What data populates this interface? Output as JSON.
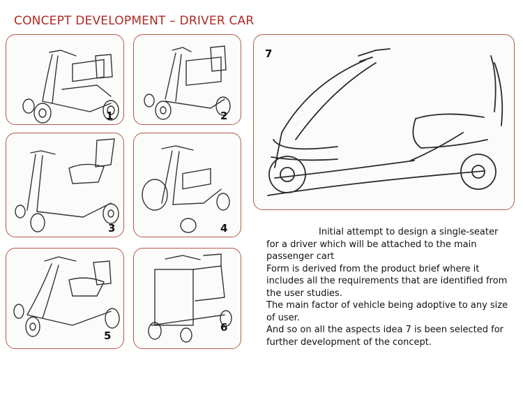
{
  "page": {
    "title": "CONCEPT DEVELOPMENT – DRIVER CAR",
    "accent_color": "#b02a23",
    "frame_color": "#b55a48"
  },
  "sketches": [
    {
      "number": "1"
    },
    {
      "number": "2"
    },
    {
      "number": "3"
    },
    {
      "number": "4"
    },
    {
      "number": "5"
    },
    {
      "number": "6"
    },
    {
      "number": "7"
    }
  ],
  "description": {
    "lines": [
      "Initial attempt to design a single-seater for a driver which will be attached to the main passenger cart",
      "Form is derived from the product brief where it includes all the requirements that are identified from the user studies.",
      "The main factor of vehicle being adoptive to any size of user.",
      "And so on all the aspects idea 7 is been selected for further development of the concept."
    ]
  }
}
